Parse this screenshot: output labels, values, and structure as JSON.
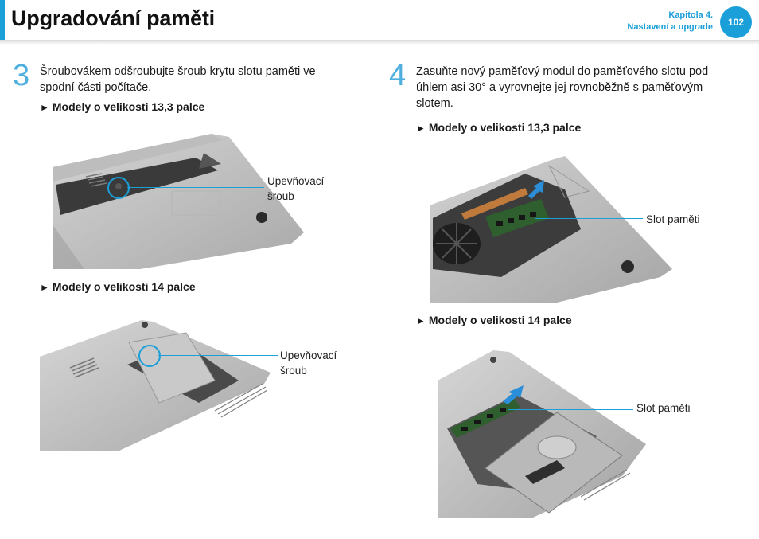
{
  "header": {
    "title": "Upgradování paměti",
    "chapter": "Kapitola 4.",
    "chapter_subtitle": "Nastavení a upgrade",
    "page_number": "102",
    "accent_color": "#1a9fd9"
  },
  "step3": {
    "number": "3",
    "line1": "Šroubovákem odšroubujte šroub krytu slotu paměti ve",
    "line2": "spodní části počítače.",
    "sub1": "Modely o velikosti 13,3 palce",
    "callout1_line1": "Upevňovací",
    "callout1_line2": "šroub",
    "sub2": "Modely o velikosti 14 palce",
    "callout2_line1": "Upevňovací",
    "callout2_line2": "šroub"
  },
  "step4": {
    "number": "4",
    "line1": "Zasuňte nový paměťový modul do paměťového slotu pod",
    "line2": "úhlem asi 30° a vyrovnejte jej rovnoběžně s paměťovým",
    "line3": "slotem.",
    "sub1": "Modely o velikosti 13,3 palce",
    "callout1": "Slot paměti",
    "sub2": "Modely o velikosti 14 palce",
    "callout2": "Slot paměti"
  },
  "marker": "►"
}
